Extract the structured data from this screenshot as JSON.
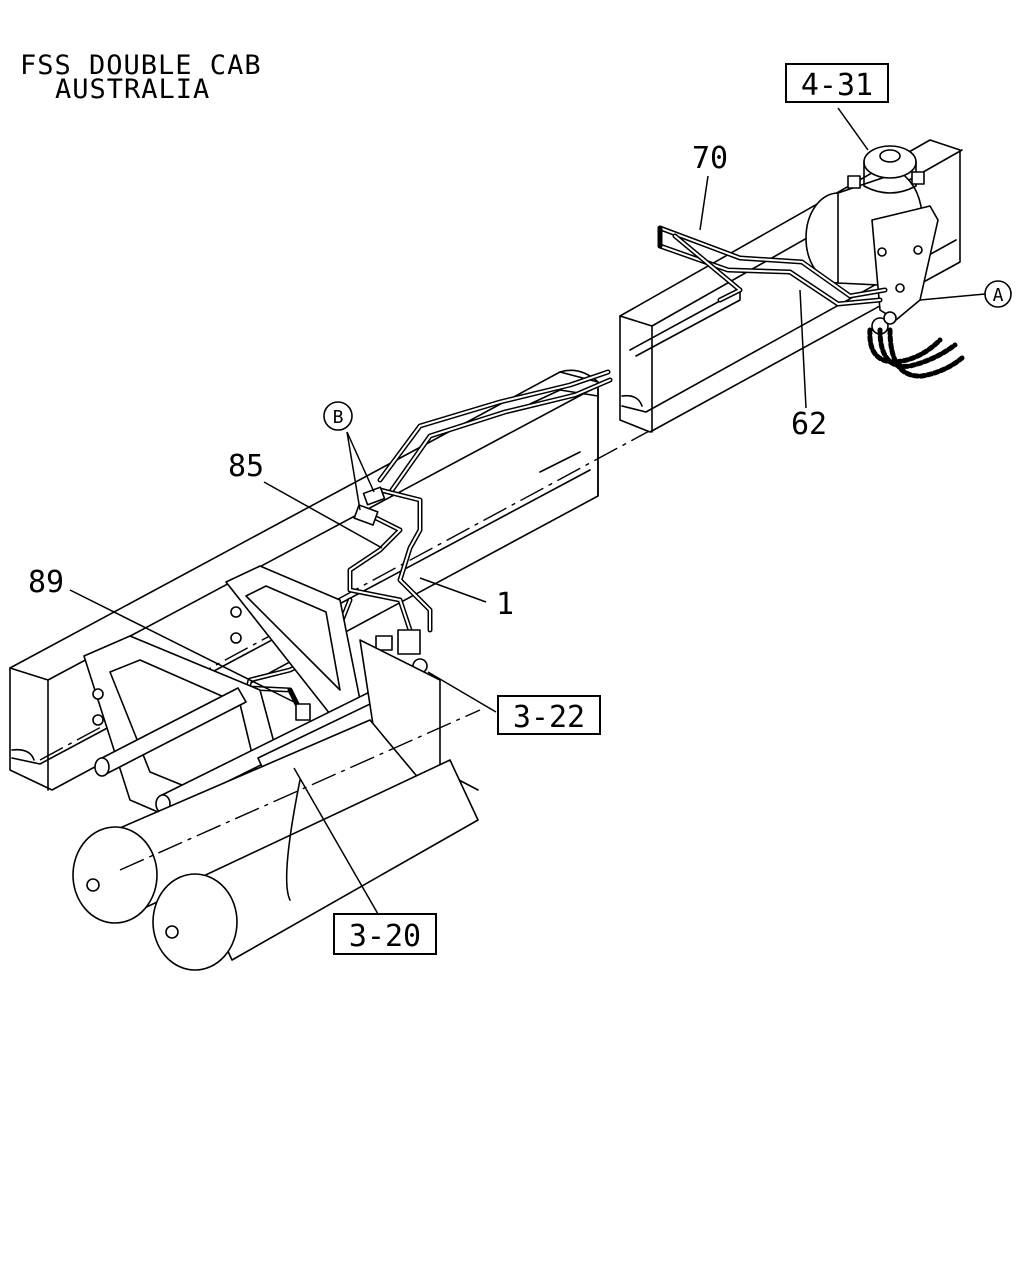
{
  "title": {
    "line1": "FSS DOUBLE CAB",
    "line2": "AUSTRALIA"
  },
  "callouts": {
    "c70": "70",
    "c62": "62",
    "c85": "85",
    "c89": "89",
    "c1": "1"
  },
  "references": {
    "r431": "4-31",
    "r322": "3-22",
    "r320": "3-20"
  },
  "circled": {
    "a": "A",
    "b": "B"
  }
}
